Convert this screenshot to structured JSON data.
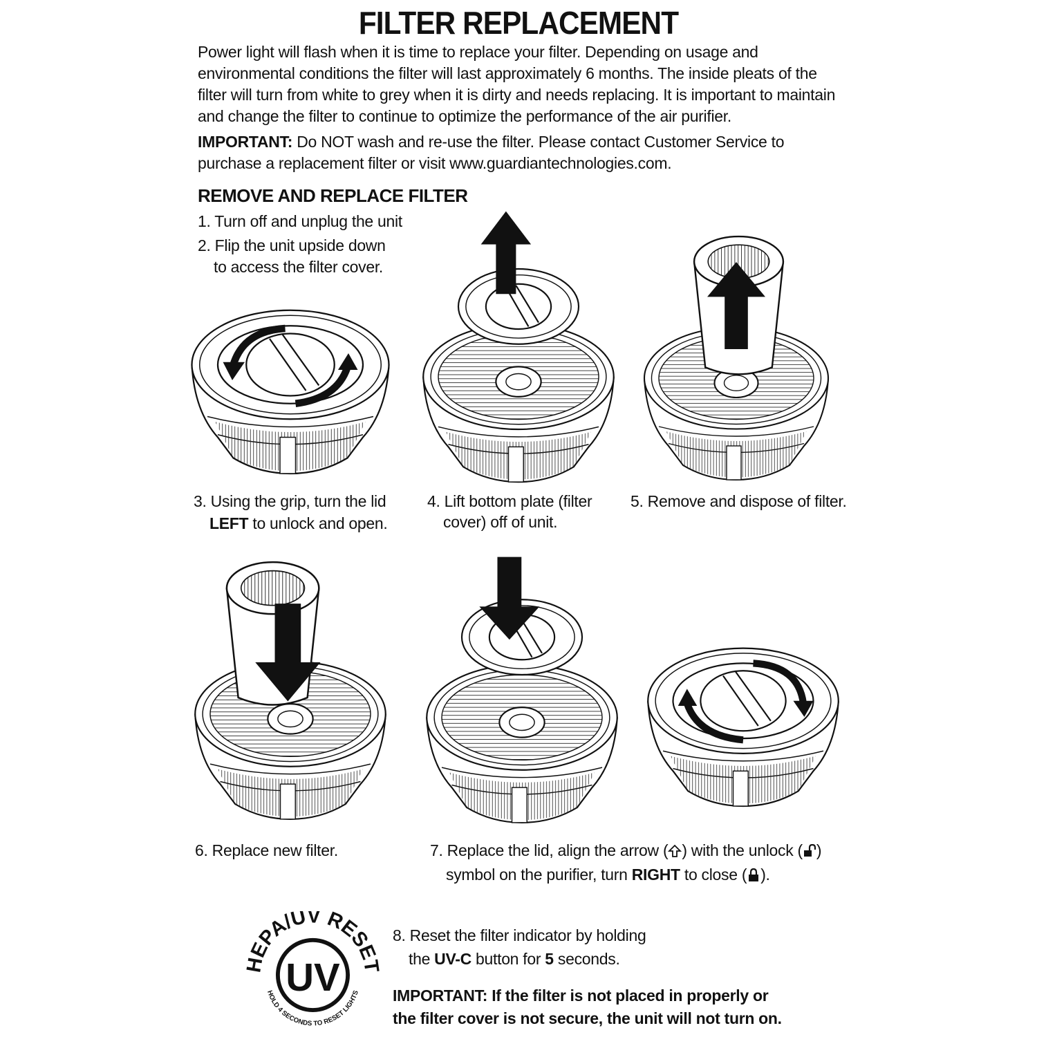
{
  "title": "FILTER REPLACEMENT",
  "intro": "Power light will flash when it is time to replace your filter. Depending on usage and environmental conditions the filter will last approximately 6 months. The inside pleats of the filter will turn from white to grey when it is dirty and needs replacing. It is important to maintain and change the filter to continue to optimize the performance of the air purifier.",
  "important1": {
    "label": "IMPORTANT:",
    "text": " Do NOT wash and re-use the filter. Please contact Customer Service to purchase a replacement filter or visit www.guardiantechnologies.com."
  },
  "section_heading": "REMOVE AND REPLACE FILTER",
  "step1": "1. Turn off and unplug the unit",
  "step2": {
    "line1": "2. Flip the unit upside down",
    "line2": "to access the filter cover."
  },
  "step3": {
    "line1": "3. Using the grip, turn the lid",
    "bold": "LEFT",
    "line2_rest": " to unlock and open."
  },
  "step4": {
    "line1": "4. Lift bottom plate (filter",
    "line2": "cover) off of unit."
  },
  "step5": "5. Remove and dispose of filter.",
  "step6": "6. Replace new filter.",
  "step7": {
    "p1": "7. Replace the lid, align the arrow (",
    "p2": ") with the unlock (",
    "p3": ")",
    "p4": "symbol on the purifier, turn ",
    "bold": "RIGHT",
    "p5": " to close (",
    "p6": ")."
  },
  "step8": {
    "line1": "8. Reset the filter indicator by holding",
    "line2_a": "the ",
    "bold1": "UV-C",
    "line2_b": " button for ",
    "bold2": "5",
    "line2_c": " seconds."
  },
  "important2": {
    "line1": "IMPORTANT: If the filter is not placed in properly or",
    "line2": "the filter cover is not secure, the unit will not turn on."
  },
  "badge": {
    "top_text": "HEPA/UV RESET",
    "center": "UV",
    "bottom_text": "HOLD 4 SECONDS TO RESET LIGHTS"
  },
  "icons": [
    "rotate-left-arrows-icon",
    "up-arrow-icon",
    "down-arrow-icon",
    "rotate-right-arrows-icon",
    "unlock-icon",
    "lock-icon"
  ]
}
